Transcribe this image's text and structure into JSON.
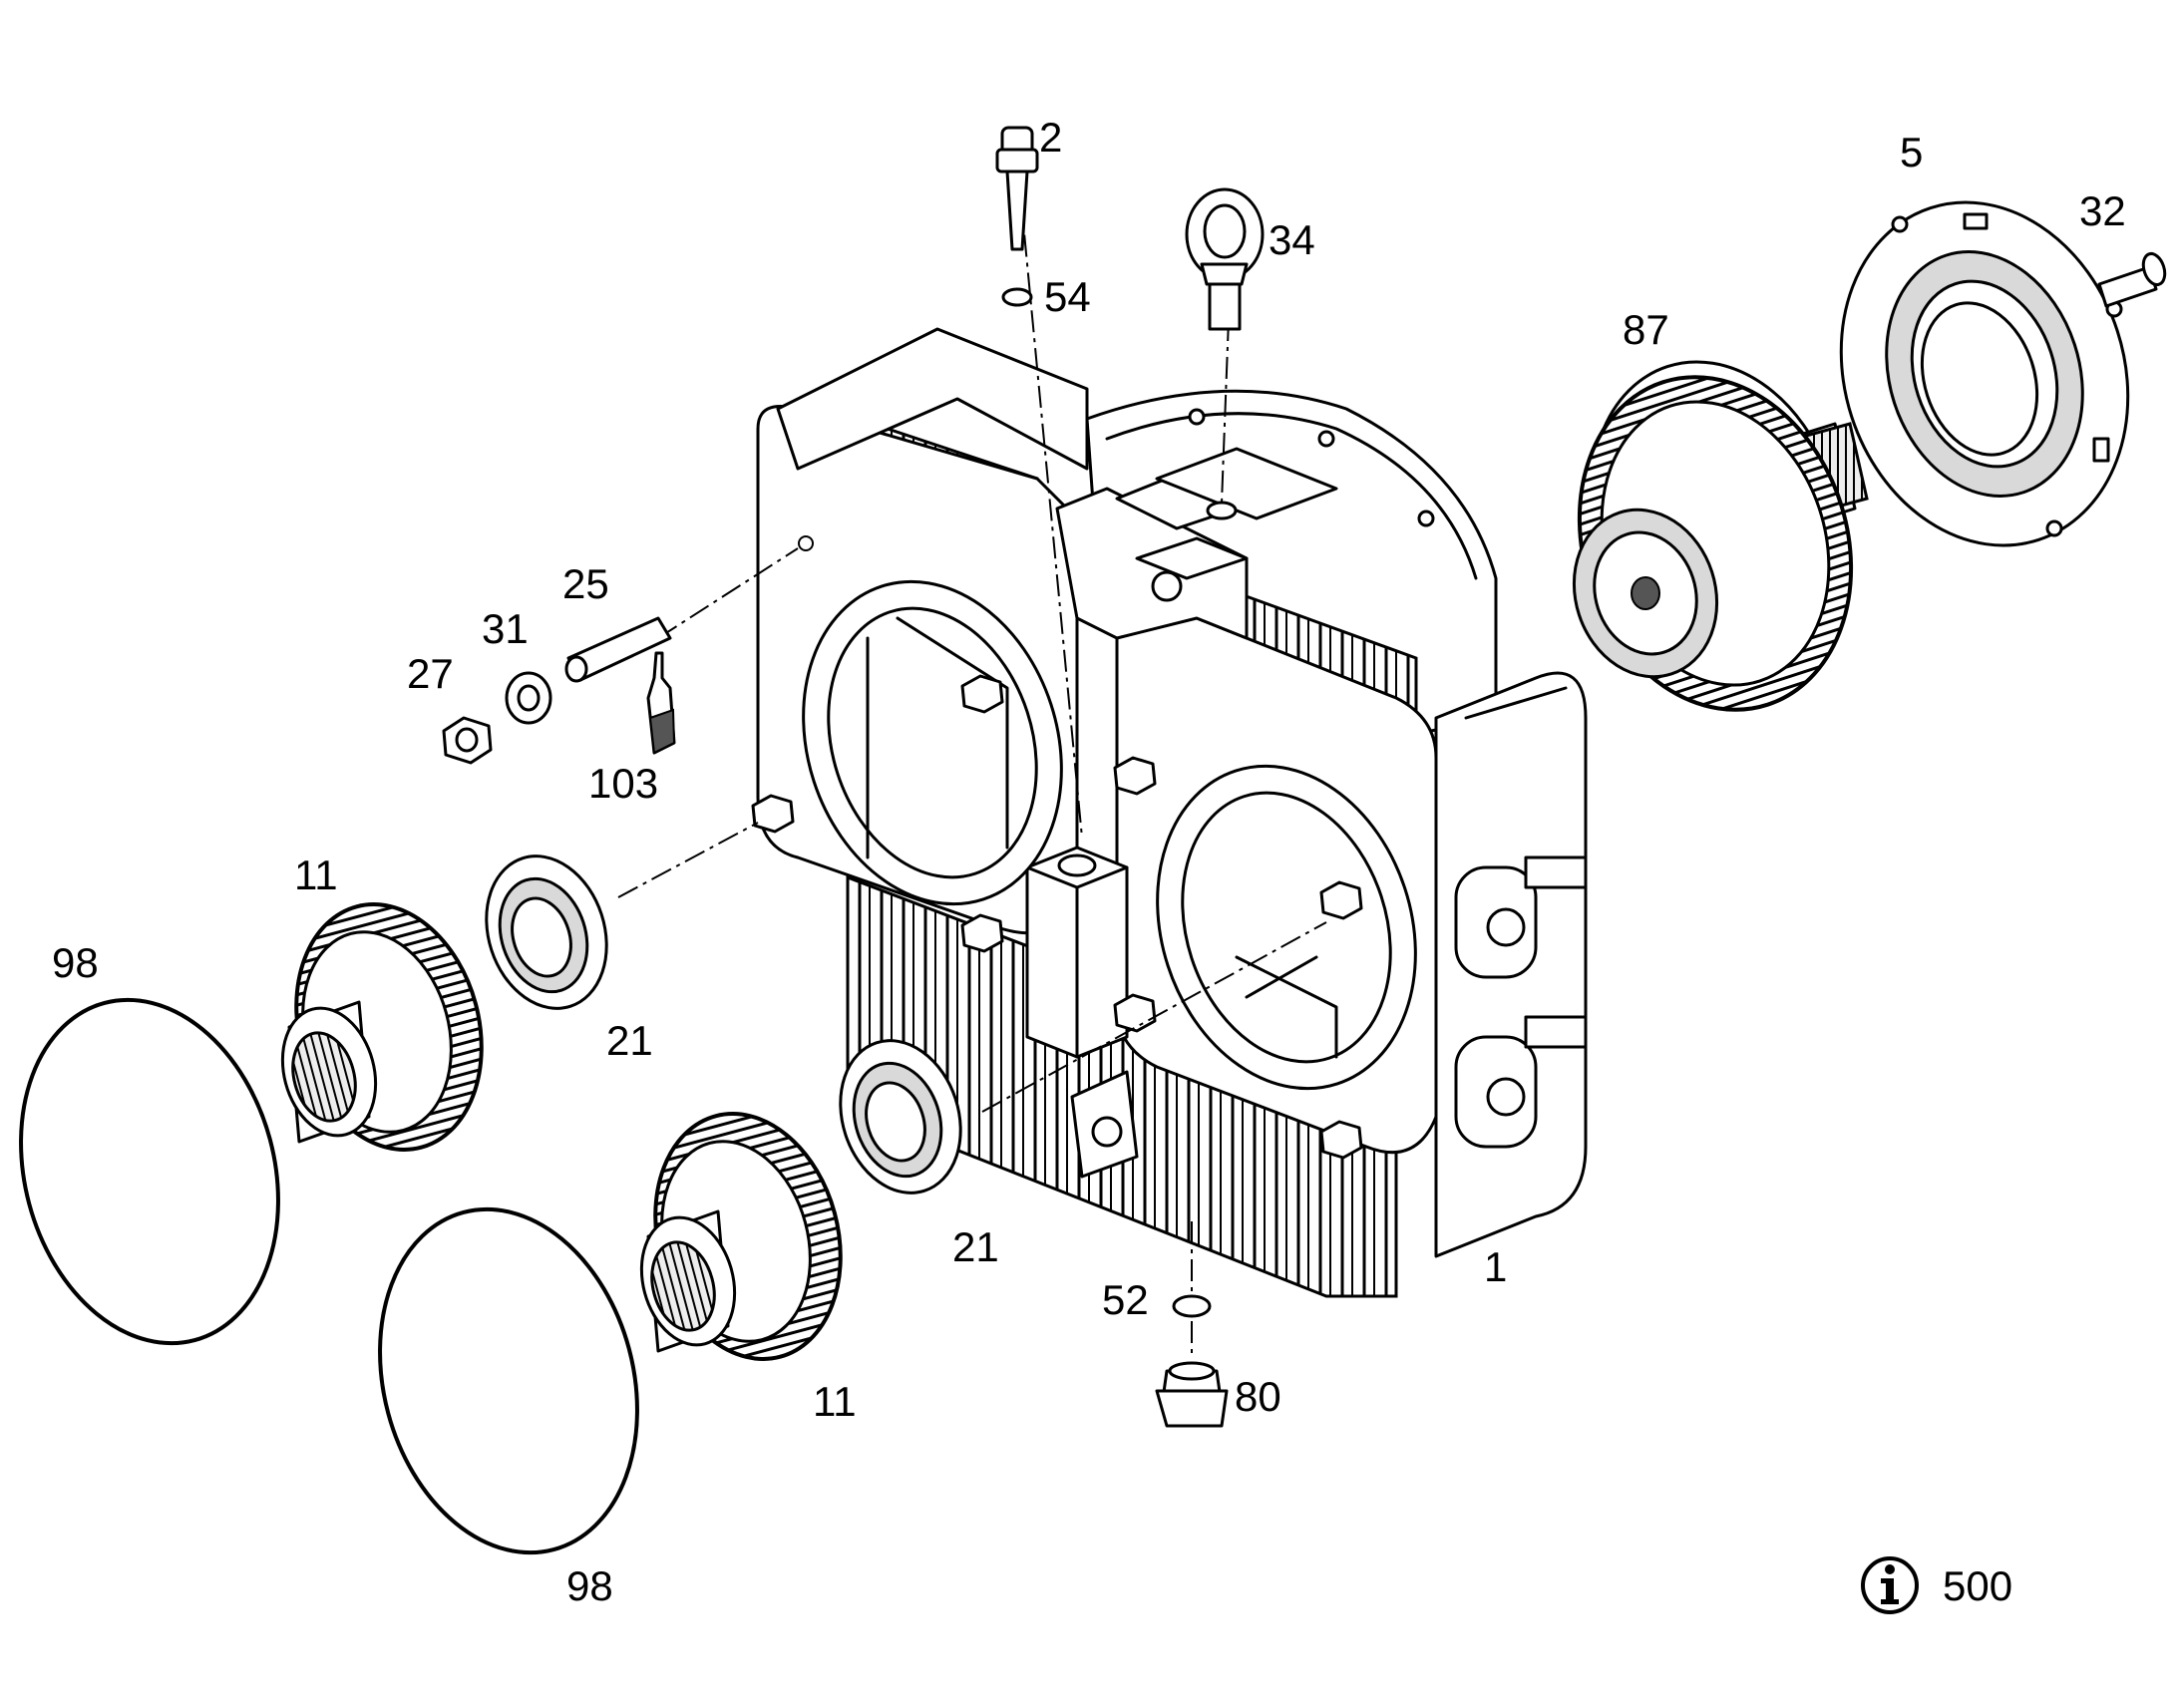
{
  "callouts": [
    {
      "id": "2",
      "text": "2"
    },
    {
      "id": "54",
      "text": "54"
    },
    {
      "id": "34",
      "text": "34"
    },
    {
      "id": "5",
      "text": "5"
    },
    {
      "id": "32",
      "text": "32"
    },
    {
      "id": "87",
      "text": "87"
    },
    {
      "id": "25",
      "text": "25"
    },
    {
      "id": "31",
      "text": "31"
    },
    {
      "id": "27",
      "text": "27"
    },
    {
      "id": "103",
      "text": "103"
    },
    {
      "id": "11a",
      "text": "11"
    },
    {
      "id": "98a",
      "text": "98"
    },
    {
      "id": "21a",
      "text": "21"
    },
    {
      "id": "21b",
      "text": "21"
    },
    {
      "id": "11b",
      "text": "11"
    },
    {
      "id": "52",
      "text": "52"
    },
    {
      "id": "80",
      "text": "80"
    },
    {
      "id": "1",
      "text": "1"
    },
    {
      "id": "98b",
      "text": "98"
    }
  ],
  "info": {
    "icon": "info-icon",
    "text": "500"
  }
}
